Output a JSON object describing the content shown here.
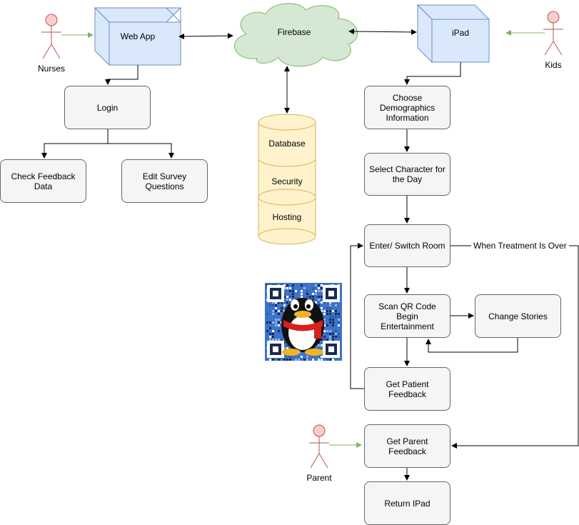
{
  "actors": {
    "nurses": "Nurses",
    "kids": "Kids",
    "parent": "Parent"
  },
  "nodes": {
    "web_app": "Web App",
    "firebase": "Firebase",
    "ipad": "iPad",
    "login": "Login",
    "check_feedback": "Check Feedback Data",
    "edit_survey": "Edit Survey Questions",
    "database": "Database",
    "security": "Security",
    "hosting": "Hosting",
    "choose_demographics": "Choose Demographics Information",
    "select_character": "Select Character for the Day",
    "enter_room": "Enter/ Switch Room",
    "scan_qr": "Scan QR Code Begin Entertainment",
    "change_stories": "Change Stories",
    "get_patient_feedback": "Get Patient Feedback",
    "get_parent_feedback": "Get Parent Feedback",
    "return_ipad": "Return IPad"
  },
  "edges": {
    "treatment_over": "When Treatment Is Over"
  },
  "colors": {
    "box_fill": "#f5f5f5",
    "box_stroke": "#666666",
    "cube_fill": "#dae8fc",
    "cube_stroke": "#6c8ebf",
    "cloud_fill": "#d5e8d4",
    "cloud_stroke": "#82b366",
    "cylinder_fill": "#fff2cc",
    "cylinder_stroke": "#d6b656",
    "actor_fill": "#f8cecc",
    "actor_stroke": "#b85450",
    "actor_arrow": "#82b366",
    "qr_background": "#3d73c8"
  },
  "icons": {
    "qr_code": "qr-code-penguin-image"
  }
}
